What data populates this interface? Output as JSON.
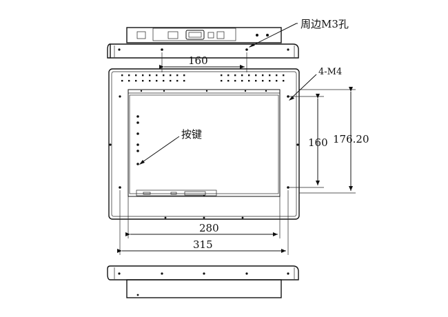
{
  "labels": {
    "top_holes": "周边M3孔",
    "mount_holes": "4-M4",
    "buttons": "按键"
  },
  "dimensions": {
    "top_hole_spacing": "160",
    "mount_width": "280",
    "outer_width": "315",
    "mount_height": "160",
    "outer_height": "176.20"
  }
}
